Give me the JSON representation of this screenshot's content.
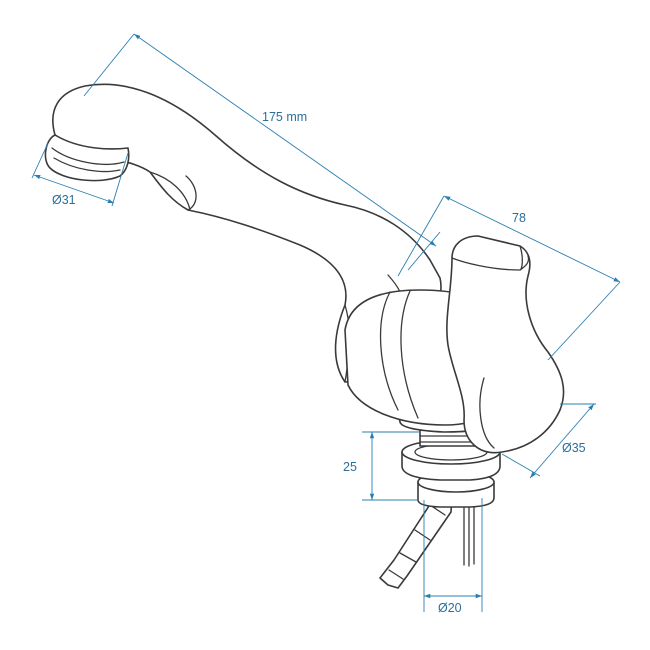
{
  "dimensions": {
    "length_label": "175 mm",
    "spout_diameter_label": "Ø31",
    "body_width_label": "78",
    "body_diameter_label": "Ø35",
    "thread_length_label": "25",
    "thread_diameter_label": "Ø20"
  },
  "colors": {
    "dimension_line": "#2a7fb0",
    "dimension_text": "#2a6f99",
    "outline": "#3a3a3a"
  }
}
